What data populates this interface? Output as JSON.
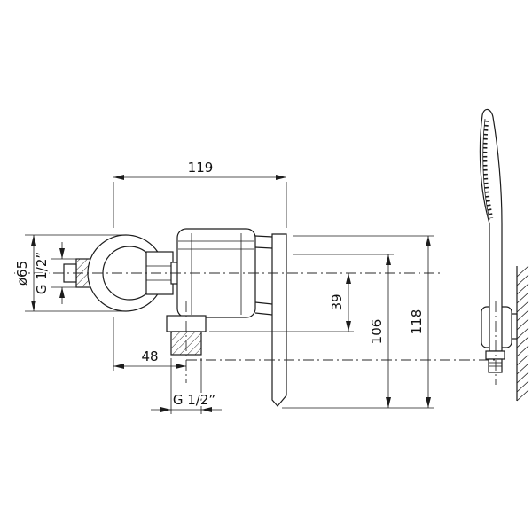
{
  "diagram": {
    "type": "technical-drawing",
    "subject": "wall-mounted shower mixer with hand shower on wall bracket",
    "colors": {
      "line": "#1c1c1c",
      "background": "#ffffff"
    },
    "labels": {
      "width": "119",
      "flange_diameter": "ø65",
      "inlet_thread": "G 1/2”",
      "outlet_offset": "48",
      "outlet_thread": "G 1/2”",
      "outlet_drop": "39",
      "height_inner": "106",
      "height_overall": "118"
    }
  }
}
